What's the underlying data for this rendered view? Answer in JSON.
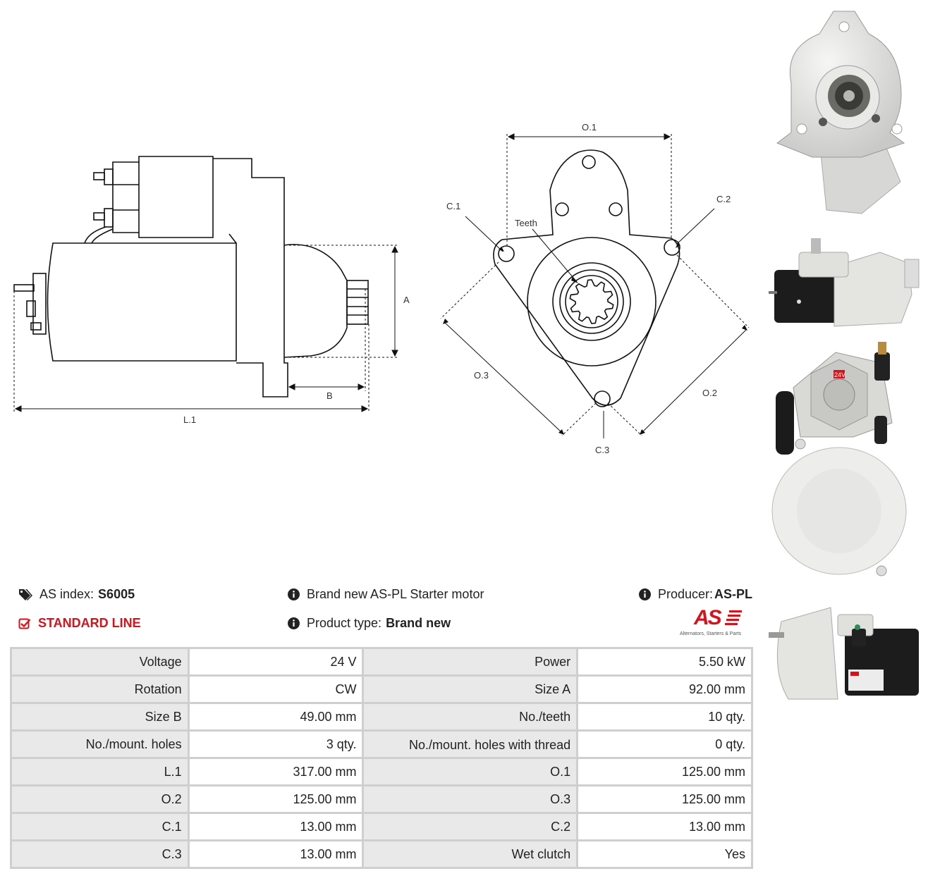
{
  "drawing": {
    "side_labels": {
      "A": "A",
      "B": "B",
      "L1": "L.1"
    },
    "front_labels": {
      "O1": "O.1",
      "O2": "O.2",
      "O3": "O.3",
      "C1": "C.1",
      "C2": "C.2",
      "C3": "C.3",
      "teeth": "Teeth"
    }
  },
  "info": {
    "as_index_label": "AS index:",
    "as_index_value": "S6005",
    "line": "STANDARD LINE",
    "description": "Brand new AS-PL Starter motor",
    "product_type_label": "Product type:",
    "product_type_value": "Brand new",
    "producer_label": "Producer:",
    "producer_value": "AS-PL",
    "logo_text": "AS",
    "logo_tagline": "Alternators, Starters & Parts",
    "accent_color": "#d8121b"
  },
  "specs": [
    [
      {
        "k": "Voltage",
        "v": "24 V"
      },
      {
        "k": "Power",
        "v": "5.50 kW"
      }
    ],
    [
      {
        "k": "Rotation",
        "v": "CW"
      },
      {
        "k": "Size A",
        "v": "92.00 mm"
      }
    ],
    [
      {
        "k": "Size B",
        "v": "49.00 mm"
      },
      {
        "k": "No./teeth",
        "v": "10 qty."
      }
    ],
    [
      {
        "k": "No./mount. holes",
        "v": "3 qty."
      },
      {
        "k": "No./mount. holes with thread",
        "v": "0 qty."
      }
    ],
    [
      {
        "k": "L.1",
        "v": "317.00 mm"
      },
      {
        "k": "O.1",
        "v": "125.00 mm"
      }
    ],
    [
      {
        "k": "O.2",
        "v": "125.00 mm"
      },
      {
        "k": "O.3",
        "v": "125.00 mm"
      }
    ],
    [
      {
        "k": "C.1",
        "v": "13.00 mm"
      },
      {
        "k": "C.2",
        "v": "13.00 mm"
      }
    ],
    [
      {
        "k": "C.3",
        "v": "13.00 mm"
      },
      {
        "k": "Wet clutch",
        "v": "Yes"
      }
    ]
  ],
  "photos": {
    "badge_voltage": "24V"
  }
}
